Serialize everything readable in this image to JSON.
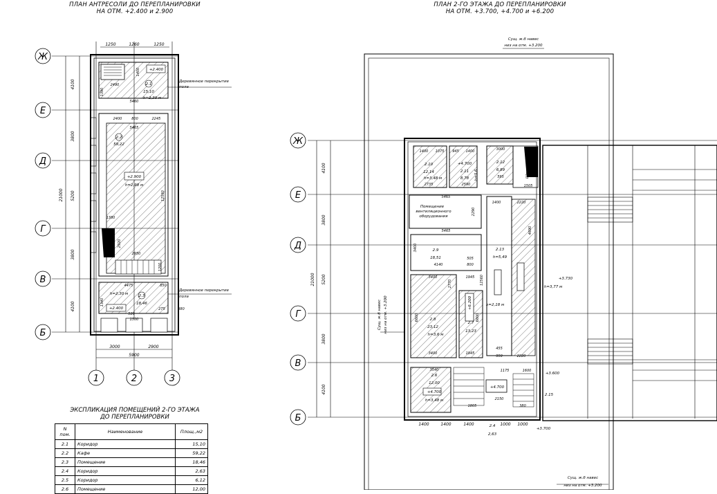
{
  "left_plan": {
    "title_line1": "ПЛАН АНТРЕСОЛИ ДО ПЕРЕПЛАНИРОВКИ",
    "title_line2": "НА ОТМ. +2.400 и 2.900",
    "axes_rows": [
      "Ж",
      "Е",
      "Д",
      "Г",
      "В",
      "Б"
    ],
    "axes_cols": [
      "1",
      "2",
      "3"
    ],
    "dims_top": [
      "1250",
      "1260",
      "1250"
    ],
    "dims_left": [
      "4100",
      "3800",
      "5200",
      "3800",
      "4100"
    ],
    "dim_total": "21000",
    "dims_bottom": [
      "3000",
      "2900"
    ],
    "dim_bottom_total": "5900",
    "notes": [
      "Деревянное перекрытие",
      "пола"
    ],
    "rooms": [
      {
        "no": "2.1",
        "area": "15,10",
        "h": "h=2,30 м"
      },
      {
        "no": "2.2",
        "area": "59,22",
        "h": "h=2,98 м"
      },
      {
        "no": "2.3",
        "area": "18,46",
        "h": "h=2,30 м"
      }
    ],
    "levels": [
      "+2.400",
      "+2.900",
      "+2.400"
    ],
    "inner_dims": [
      "2490",
      "1400",
      "5460",
      "2400",
      "800",
      "2245",
      "5465",
      "1380",
      "2950",
      "1200",
      "4475",
      "850",
      "275",
      "380",
      "510",
      "1300",
      "12560",
      "1390",
      "1340",
      "2920"
    ]
  },
  "right_plan": {
    "title_line1": "ПЛАН 2-ГО ЭТАЖА ДО ПЕРЕПЛАНИРОВКИ",
    "title_line2": "НА ОТМ. +3.700, +4.700 и +6.200",
    "axes_rows": [
      "Ж",
      "Е",
      "Д",
      "Г",
      "В",
      "Б"
    ],
    "dims_left": [
      "4100",
      "3800",
      "5200",
      "3800",
      "4100"
    ],
    "dim_total": "21000",
    "canopy_top": [
      "Сущ. ж.б навес",
      "низ на отм. +3.200"
    ],
    "canopy_bottom": [
      "Сущ. ж.б навес",
      "низ на отм. +3.200"
    ],
    "canopy_side": [
      "Сущ. ж.б навес",
      "низ на отм. +3.200"
    ],
    "vent_room": [
      "Помещение",
      "вентиляционного",
      "оборудования"
    ],
    "rooms": [
      {
        "no": "2.10",
        "area": "12,14",
        "h": "h=3,48 м"
      },
      {
        "no": "2.11",
        "area": "8,78",
        "h": "h=3,6"
      },
      {
        "no": "2.12",
        "area": "6,89"
      },
      {
        "no": "2.9",
        "area": "18,51"
      },
      {
        "no": "2.8",
        "area": "23,12",
        "h": "h=3,6 м"
      },
      {
        "no": "2.7",
        "area": "13,23"
      },
      {
        "no": "2.6",
        "area": "12,00",
        "h": "h=3,48 м"
      },
      {
        "no": "2.13",
        "area": "",
        "h": "h=5,49"
      },
      {
        "no": "2.4",
        "area": "2,63"
      },
      {
        "no": "2.15"
      }
    ],
    "levels": [
      "+4.700",
      "+4.700",
      "+3.600",
      "+6.200",
      "+3.730",
      "+4.700",
      "+3.700"
    ],
    "hall_h": "h=3,77 м",
    "corridor_h": "h=2,18 м",
    "shaft_label": "Шахта вент.",
    "dims_bottom": [
      "1400",
      "1400",
      "1400",
      "1000",
      "1000"
    ],
    "inner_dims": [
      "1400",
      "1075",
      "945",
      "1400",
      "3000",
      "2735",
      "2590",
      "595",
      "5465",
      "1400",
      "2220",
      "2290",
      "5465",
      "3400",
      "4140",
      "505",
      "800",
      "3400",
      "1945",
      "2770",
      "3400",
      "1945",
      "455",
      "950",
      "2220",
      "3540",
      "1175",
      "1600",
      "1805",
      "2150",
      "380",
      "12560",
      "6600",
      "6600",
      "4690",
      "1505"
    ]
  },
  "explication": {
    "title_line1": "ЭКСПЛИКАЦИЯ ПОМЕЩЕНИЙ 2-ГО ЭТАЖА",
    "title_line2": "ДО ПЕРЕПЛАНИРОВКИ",
    "headers": [
      "N пом.",
      "Наименование",
      "Площ.,м2"
    ],
    "rows": [
      [
        "2.1",
        "Коридор",
        "15,10"
      ],
      [
        "2.2",
        "Кафе",
        "59,22"
      ],
      [
        "2.3",
        "Помещение",
        "18,46"
      ],
      [
        "2.4",
        "Коридор",
        "2,63"
      ],
      [
        "2.5",
        "Коридор",
        "6,12"
      ],
      [
        "2.6",
        "Помещение",
        "12,00"
      ]
    ]
  }
}
